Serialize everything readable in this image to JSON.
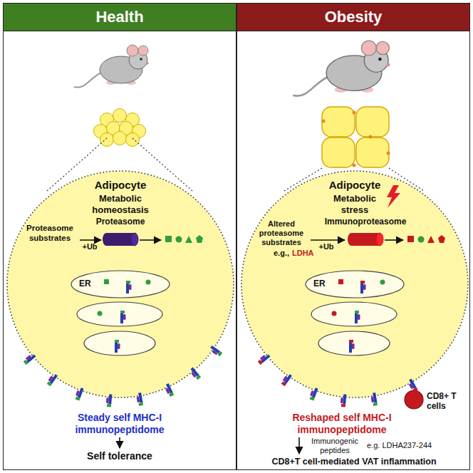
{
  "diagram": {
    "nodes": [
      {
        "text": [
          "Health"
        ]
      },
      {
        "text": [
          "Adipocyte",
          "Metabolic homeostasis"
        ],
        "in": 0
      },
      {
        "text": [
          "Proteasome"
        ],
        "in": 1
      },
      {
        "text": [
          "ER"
        ],
        "in": 1
      },
      {
        "text": [
          "Obesity"
        ]
      },
      {
        "text": [
          "Adipocyte",
          "Metabolic stress"
        ],
        "in": 4
      },
      {
        "text": [
          "Immunoproteasome"
        ],
        "in": 5
      },
      {
        "text": [
          "ER"
        ],
        "in": 5
      },
      {
        "text": [
          "CD8+ T cells"
        ],
        "in": 4
      }
    ],
    "labels": [
      "Proteasome substrates",
      "+Ub",
      "Steady self MHC-I immunopeptidome",
      "Self tolerance",
      "Altered proteasome substrates",
      "e.g.,",
      "LDHA",
      "+Ub",
      "Reshaped self MHC-I immunopeptidome",
      "Immunogenic peptides",
      "e.g. LDHA237-244",
      "CD8+T cell-mediated VAT inflammation"
    ]
  }
}
